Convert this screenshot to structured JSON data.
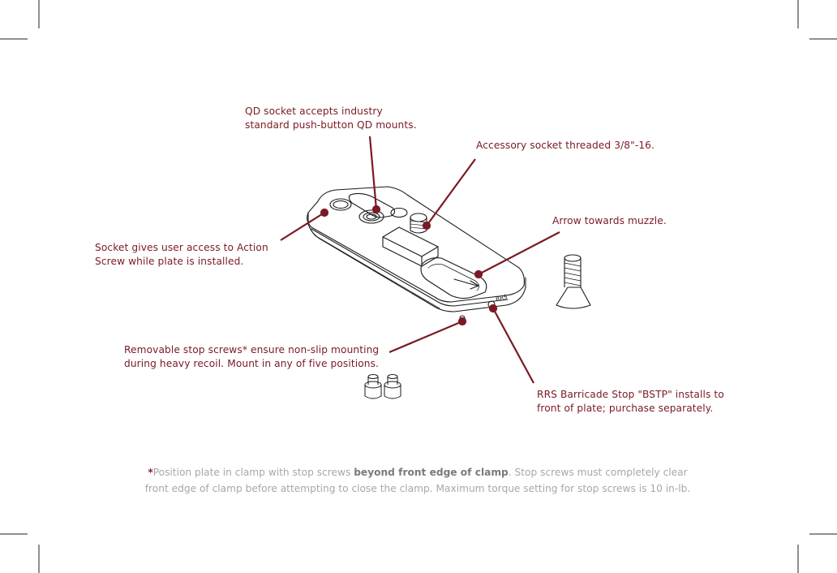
{
  "callouts": {
    "qd_socket": {
      "line1": "QD socket accepts industry",
      "line2": "standard push-button QD mounts."
    },
    "accessory_socket": {
      "line1": "Accessory socket threaded 3/8\"-16."
    },
    "arrow_muzzle": {
      "line1": "Arrow towards muzzle."
    },
    "action_screw": {
      "line1": "Socket gives user access to Action",
      "line2": "Screw while plate is installed."
    },
    "stop_screws": {
      "line1": "Removable stop screws* ensure non-slip mounting",
      "line2": "during heavy recoil. Mount in any of five positions."
    },
    "barricade_stop": {
      "line1": "RRS Barricade Stop \"BSTP\" installs to",
      "line2": "front of plate; purchase separately."
    }
  },
  "plate_engraving": "RRS",
  "footnote": {
    "star": "*",
    "lead": "Position plate in clamp with stop screws ",
    "emphasis": "beyond front edge of clamp",
    "line1_tail": ". Stop screws must completely clear",
    "line2": "front edge of clamp before attempting to close the clamp. Maximum torque setting for stop screws is 10 in-lb."
  },
  "colors": {
    "leader": "#7a1a24",
    "drawing": "#1a1a1a",
    "footnote": "#a7a7a7"
  }
}
